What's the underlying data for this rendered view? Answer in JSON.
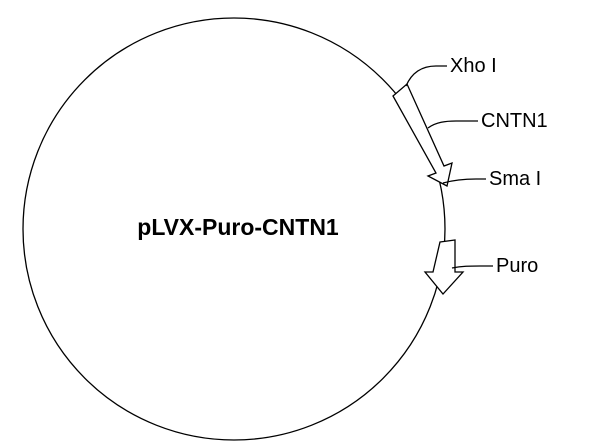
{
  "diagram": {
    "title": "pLVX-Puro-CNTN1",
    "labels": {
      "xho": "Xho I",
      "cntn1": "CNTN1",
      "sma": "Sma I",
      "puro": "Puro"
    },
    "colors": {
      "line": "#000000",
      "fill": "#ffffff"
    }
  }
}
